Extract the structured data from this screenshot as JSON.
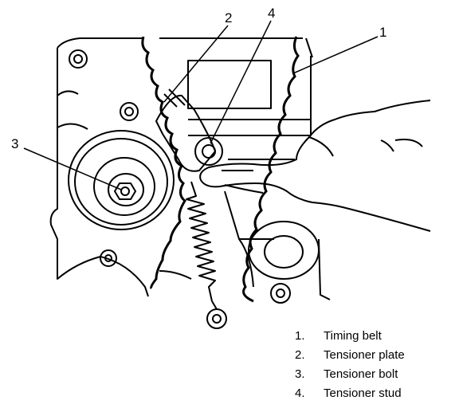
{
  "callouts": {
    "c1": "1",
    "c2": "2",
    "c3": "3",
    "c4": "4"
  },
  "legend": [
    {
      "num": "1.",
      "text": "Timing belt"
    },
    {
      "num": "2.",
      "text": "Tensioner plate"
    },
    {
      "num": "3.",
      "text": "Tensioner bolt"
    },
    {
      "num": "4.",
      "text": "Tensioner stud"
    }
  ],
  "colors": {
    "ink": "#000000",
    "paper": "#ffffff"
  }
}
